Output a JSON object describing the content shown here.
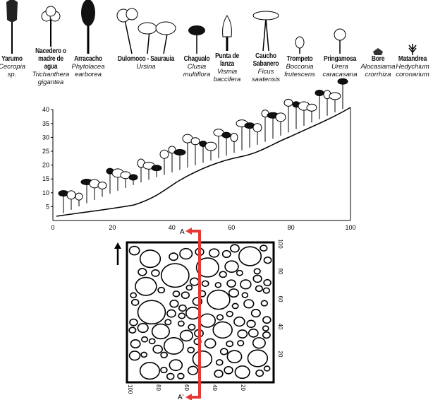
{
  "species": [
    {
      "common": [
        "Yarumo"
      ],
      "scientific": [
        "Cecropia",
        "sp."
      ],
      "icon": "dark-tall-tree-icon"
    },
    {
      "common": [
        "Nacedero o",
        "madre de",
        "agua"
      ],
      "scientific": [
        "Trichanthera",
        "gigantea"
      ],
      "icon": "round-tree-icon"
    },
    {
      "common": [
        "Arracacho"
      ],
      "scientific": [
        "Phytolacea",
        "earborea"
      ],
      "icon": "dark-oval-tree-icon"
    },
    {
      "common": [
        "Dulomoco - Saurauia"
      ],
      "scientific": [
        "Ursina"
      ],
      "icon": "spreading-trees-icon"
    },
    {
      "common": [
        "Chagualo"
      ],
      "scientific": [
        "Clusia",
        "multiflora"
      ],
      "icon": "dark-crown-tree-icon"
    },
    {
      "common": [
        "Punta de",
        "lanza"
      ],
      "scientific": [
        "Vismia",
        "baccifera"
      ],
      "icon": "spear-tree-icon"
    },
    {
      "common": [
        "Caucho",
        "Sabanero"
      ],
      "scientific": [
        "Ficus",
        "saatensis"
      ],
      "icon": "umbrella-tree-icon"
    },
    {
      "common": [
        "Trompeto"
      ],
      "scientific": [
        "Bocconia",
        "frutescens"
      ],
      "icon": "small-tree-icon"
    },
    {
      "common": [
        "Pringamosa"
      ],
      "scientific": [
        "Urera",
        "caracasana"
      ],
      "icon": "small-round-tree-icon"
    },
    {
      "common": [
        "Bore"
      ],
      "scientific": [
        "Alocasiama",
        "crorrhiza"
      ],
      "icon": "bush-icon"
    },
    {
      "common": [
        "Matandrea"
      ],
      "scientific": [
        "Hedychium",
        "coronarium"
      ],
      "icon": "herb-icon"
    }
  ],
  "profile": {
    "y_ticks": [
      "40",
      "35",
      "30",
      "25",
      "20",
      "15",
      "10",
      "5"
    ],
    "x_ticks": [
      "0",
      "20",
      "40",
      "60",
      "80",
      "100"
    ]
  },
  "plot": {
    "right_ticks": [
      "100",
      "80",
      "60",
      "40",
      "20"
    ],
    "bottom_ticks": [
      "100",
      "80",
      "60",
      "40",
      "20"
    ],
    "section_start": "A",
    "section_end": "A'",
    "accent": "#e53935"
  }
}
